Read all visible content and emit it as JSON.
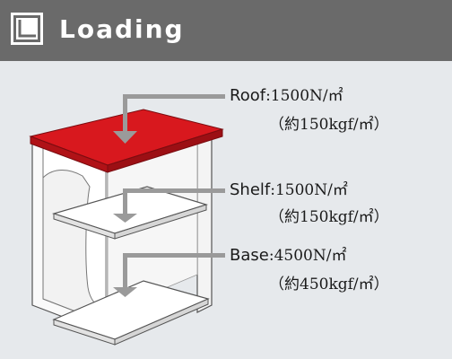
{
  "header": {
    "title": "Loading",
    "icon": "corner-bracket-icon"
  },
  "colors": {
    "header_bg": "#6a6a6a",
    "background": "#e6e9ec",
    "roof": "#d8181e",
    "arrow": "#9a9a9a"
  },
  "loads": [
    {
      "name": "Roof",
      "value": ":1500N/㎡",
      "sub": "（約150kgf/㎡）"
    },
    {
      "name": "Shelf",
      "value": ":1500N/㎡",
      "sub": "（約150kgf/㎡）"
    },
    {
      "name": "Base",
      "value": ":4500N/㎡",
      "sub": "（約450kgf/㎡）"
    }
  ]
}
